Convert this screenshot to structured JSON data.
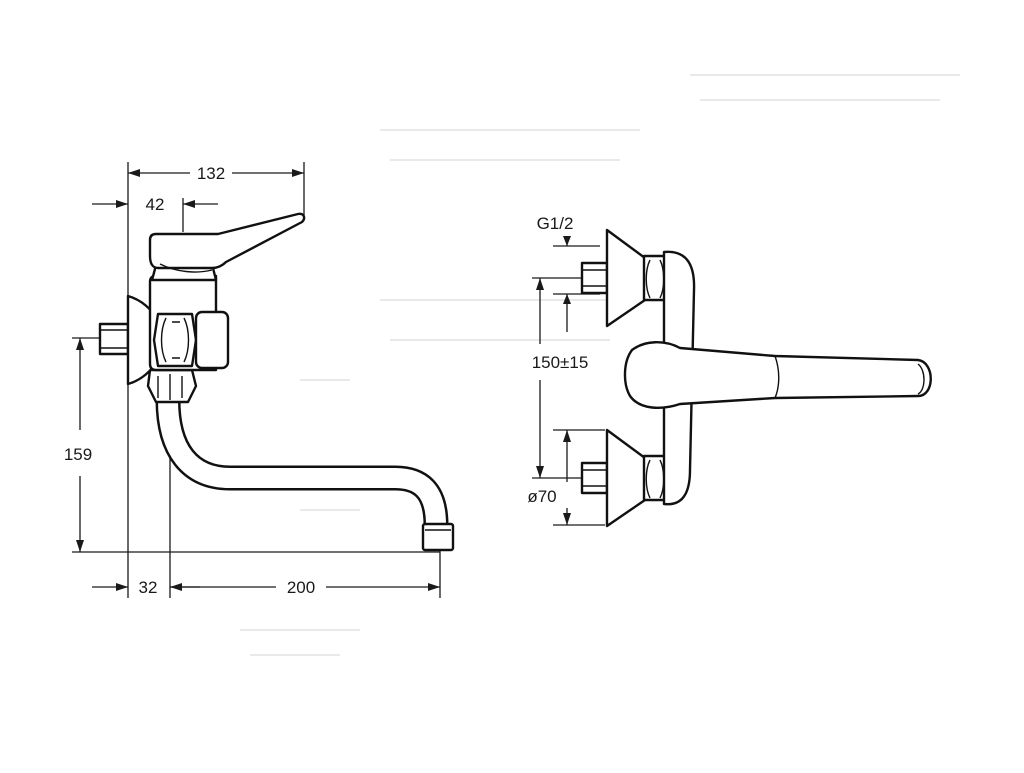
{
  "drawing": {
    "side_view": {
      "dim_width_total": "132",
      "dim_lever_offset": "42",
      "dim_height": "159",
      "dim_wall_offset": "32",
      "dim_spout_reach": "200"
    },
    "front_view": {
      "dim_thread": "G1/2",
      "dim_centers": "150±15",
      "dim_rosette": "ø70"
    }
  }
}
